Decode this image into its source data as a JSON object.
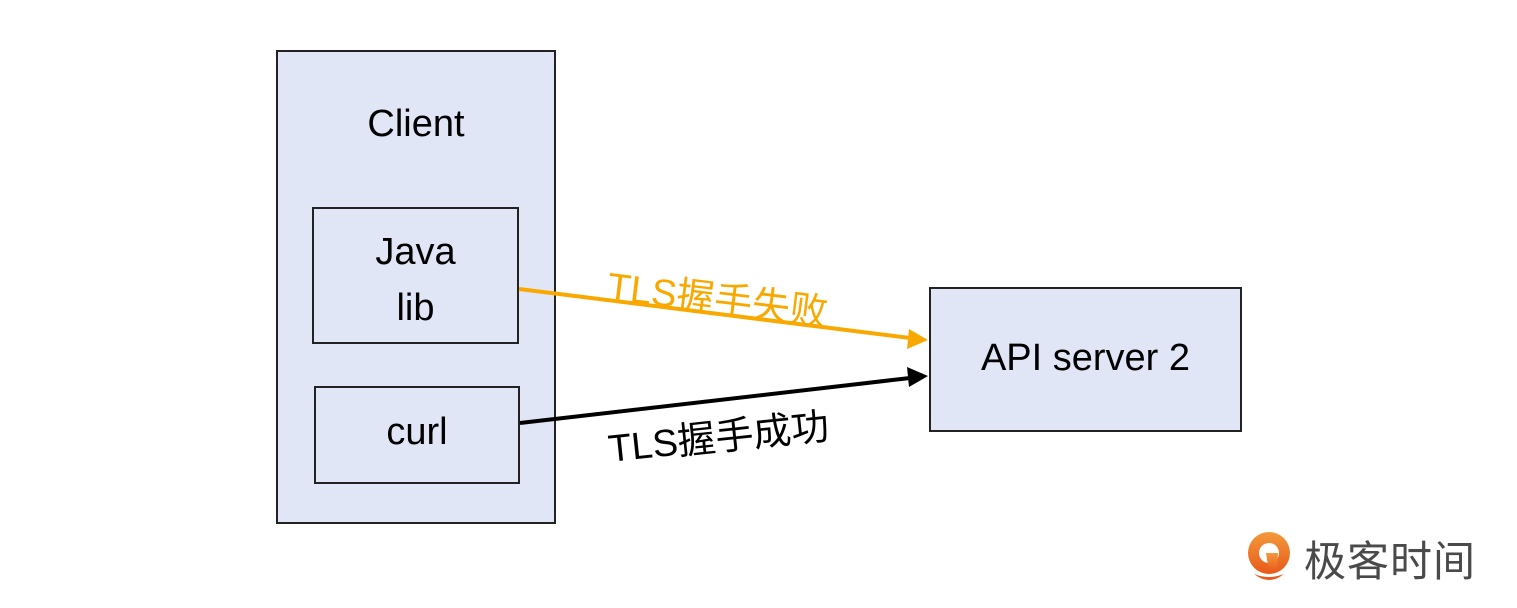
{
  "diagram": {
    "client": {
      "title": "Client"
    },
    "components": [
      {
        "id": "javalib",
        "line1": "Java",
        "line2": "lib"
      },
      {
        "id": "curl",
        "label": "curl"
      }
    ],
    "server": {
      "label": "API server 2"
    },
    "edges": [
      {
        "from": "Java lib",
        "to": "API server 2",
        "label": "TLS握手失败",
        "color": "#f9a800"
      },
      {
        "from": "curl",
        "to": "API server 2",
        "label": "TLS握手成功",
        "color": "#000000"
      }
    ]
  },
  "logo": {
    "text": "极客时间",
    "color": "#ef6c1f"
  }
}
